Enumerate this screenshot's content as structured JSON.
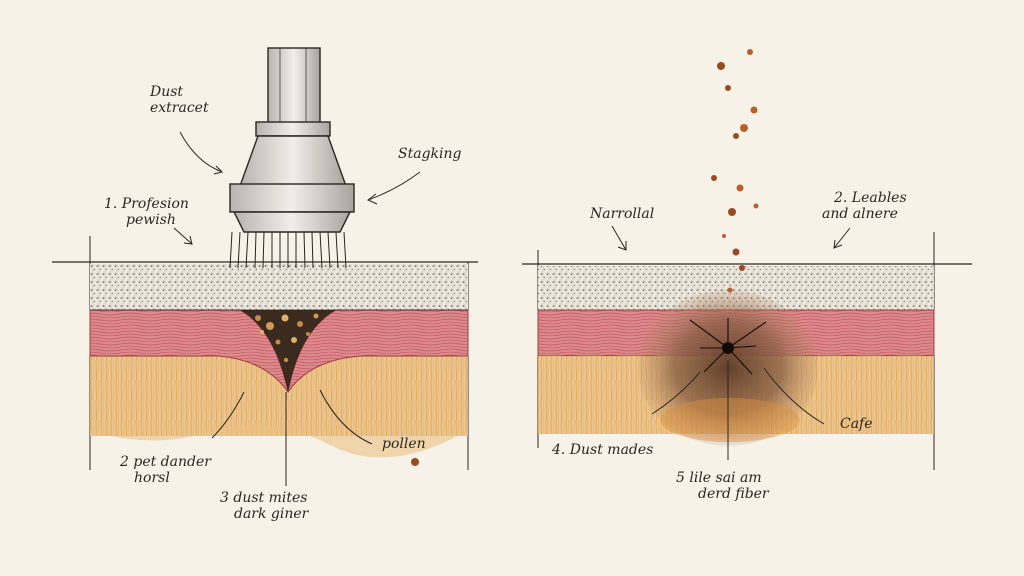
{
  "labels": {
    "dust_extract": [
      "Dust",
      "extracet"
    ],
    "stagking": "Stagking",
    "profesion": [
      "1. Profesion",
      "pewish"
    ],
    "pet_dander": [
      "2  pet dander",
      "horsl"
    ],
    "dust_mites": [
      "3  dust mites",
      "dark giner"
    ],
    "pollen": "pollen",
    "narrollal": "Narrollal",
    "leables": [
      "2. Leables",
      "and alnere"
    ],
    "dust_mades": "4. Dust mades",
    "cafe": "Cafe",
    "lile_fiber": [
      "5  lile sai am",
      "derd fiber"
    ]
  },
  "colors": {
    "paper": "#f6f2e8",
    "ink": "#2a2622",
    "carpet_fiber": "#d8d3c8",
    "red_layer": "#d97b7f",
    "red_layer_dark": "#c35c63",
    "ochre_layer": "#e7b872",
    "debris_brown": "#6b3e22",
    "stain_brown": "#8b6146",
    "metal_gray": "#cfcbc4"
  },
  "icons": {
    "nozzle": "vacuum-nozzle-icon",
    "particles": "dust-particle-icon"
  }
}
